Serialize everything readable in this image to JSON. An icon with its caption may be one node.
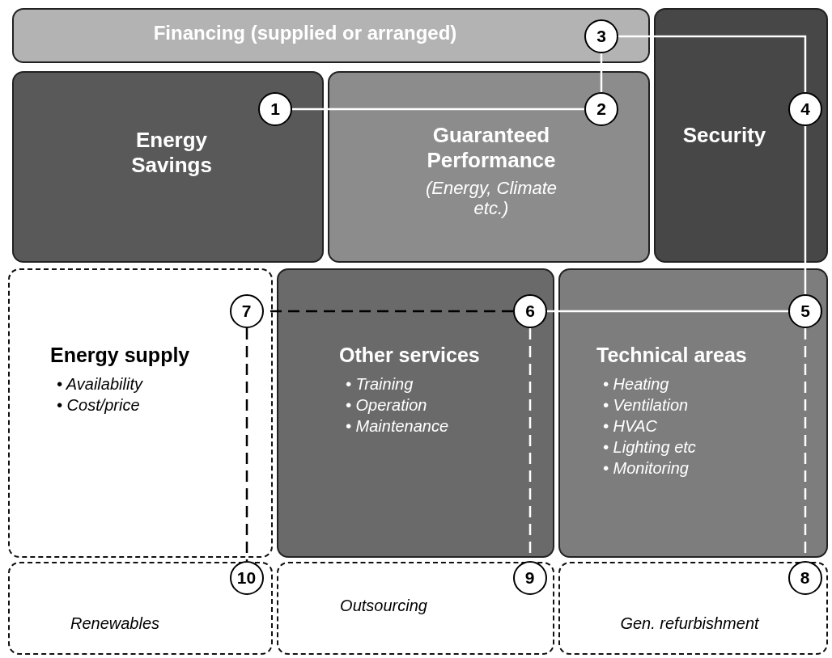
{
  "diagram": {
    "nodes": [
      {
        "text": [
          "Financing (supplied or arranged)"
        ]
      },
      {
        "text": [
          "Energy Savings"
        ]
      },
      {
        "text": [
          "Guaranteed Performance",
          "(Energy, Climate etc.)"
        ]
      },
      {
        "text": [
          "Security"
        ]
      },
      {
        "text": [
          "Energy supply",
          "• Availability",
          "• Cost/price"
        ]
      },
      {
        "text": [
          "Other services",
          "• Training",
          "• Operation",
          "• Maintenance"
        ]
      },
      {
        "text": [
          "Technical areas",
          "• Heating",
          "• Ventilation",
          "• HVAC",
          "• Lighting etc",
          "• Monitoring"
        ]
      },
      {
        "text": [
          "Renewables"
        ]
      },
      {
        "text": [
          "Outsourcing"
        ]
      },
      {
        "text": [
          "Gen. refurbishment"
        ]
      },
      {
        "text": [
          "1"
        ],
        "in": 1
      },
      {
        "text": [
          "2"
        ],
        "in": 2
      },
      {
        "text": [
          "3"
        ],
        "in": 0
      },
      {
        "text": [
          "4"
        ],
        "in": 3
      },
      {
        "text": [
          "5"
        ],
        "in": 6
      },
      {
        "text": [
          "6"
        ],
        "in": 5
      },
      {
        "text": [
          "7"
        ],
        "in": 4
      },
      {
        "text": [
          "8"
        ],
        "in": 9
      },
      {
        "text": [
          "9"
        ],
        "in": 8
      },
      {
        "text": [
          "10"
        ],
        "in": 7
      }
    ],
    "edges": [
      {
        "from": 10,
        "to": 11,
        "arrow": "none"
      },
      {
        "from": 12,
        "to": 11,
        "arrow": "none"
      },
      {
        "from": 12,
        "to": 13,
        "arrow": "none"
      },
      {
        "from": 13,
        "to": 14,
        "arrow": "none"
      },
      {
        "from": 14,
        "to": 15,
        "arrow": "none"
      },
      {
        "from": 15,
        "to": 16,
        "arrow": "none",
        "style": "dashed",
        "color": "#000000"
      },
      {
        "from": 16,
        "to": 19,
        "arrow": "none",
        "style": "dashed",
        "color": "#000000"
      },
      {
        "from": 15,
        "to": 18,
        "arrow": "none",
        "style": "dashed"
      },
      {
        "from": 14,
        "to": 17,
        "arrow": "none",
        "style": "dashed"
      }
    ]
  }
}
